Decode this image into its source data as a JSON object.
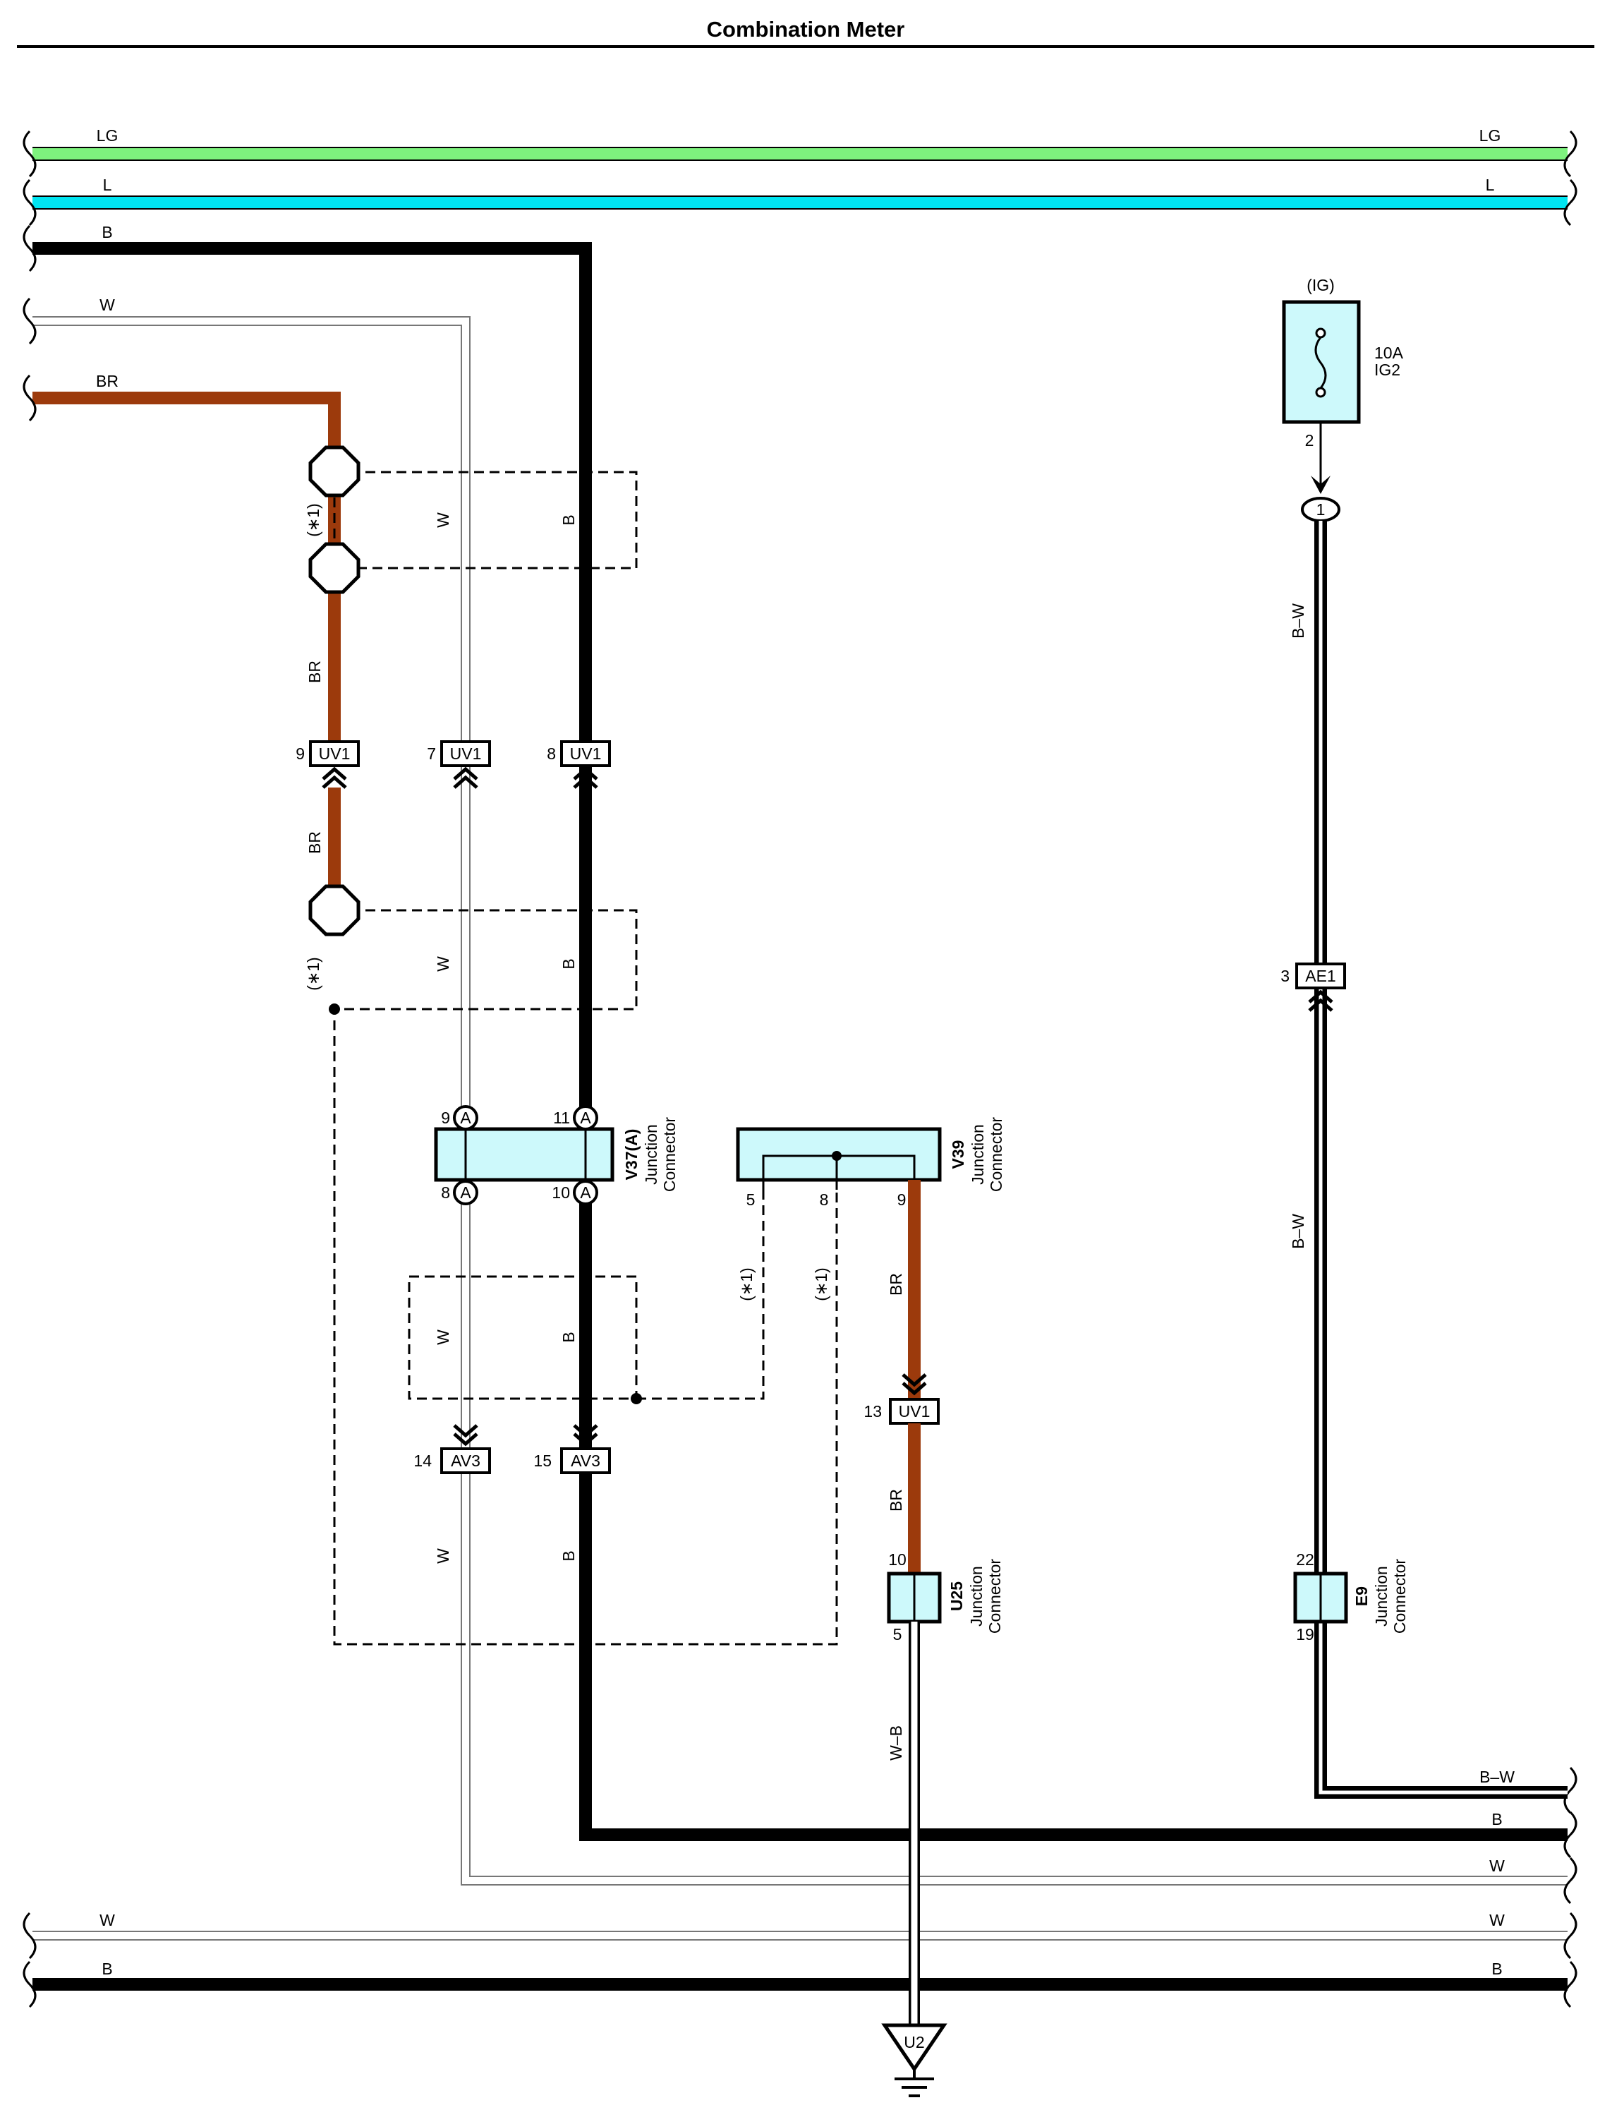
{
  "title": "Combination Meter",
  "wires": {
    "lg_left": "LG",
    "lg_right": "LG",
    "l_left": "L",
    "l_right": "L",
    "b_top": "B",
    "w_top": "W",
    "br_top": "BR",
    "w_v1": "W",
    "b_v1": "B",
    "br_v1": "BR",
    "br_v2": "BR",
    "w_v2": "W",
    "b_v2": "B",
    "w_v3": "W",
    "b_v3": "B",
    "w_v4": "W",
    "b_v4": "B",
    "br_v39": "BR",
    "br_u25": "BR",
    "wb_u25": "W–B",
    "bw_top": "B–W",
    "bw_mid": "B–W",
    "bw_right": "B–W",
    "b_right": "B",
    "w_right1": "W",
    "w_right2": "W",
    "b_right2": "B",
    "w_bottom_left": "W",
    "b_bottom_left": "B"
  },
  "notes": {
    "n1": "(∗1)",
    "n2": "(∗1)",
    "n3": "(∗1)",
    "n4": "(∗1)"
  },
  "fuse": {
    "group": "(IG)",
    "rating": "10A",
    "name": "IG2",
    "pin": "2",
    "junction": "1"
  },
  "connectors": {
    "uv1_9": {
      "pin": "9",
      "label": "UV1"
    },
    "uv1_7": {
      "pin": "7",
      "label": "UV1"
    },
    "uv1_8": {
      "pin": "8",
      "label": "UV1"
    },
    "uv1_13": {
      "pin": "13",
      "label": "UV1"
    },
    "av3_14": {
      "pin": "14",
      "label": "AV3"
    },
    "av3_15": {
      "pin": "15",
      "label": "AV3"
    },
    "ae1_3": {
      "pin": "3",
      "label": "AE1"
    }
  },
  "v37": {
    "name": "V37(A)",
    "desc1": "Junction",
    "desc2": "Connector",
    "p9": "9",
    "p11": "11",
    "p8": "8",
    "p10": "10",
    "tag": "A"
  },
  "v39": {
    "name": "V39",
    "desc1": "Junction",
    "desc2": "Connector",
    "p5": "5",
    "p8": "8",
    "p9": "9"
  },
  "u25": {
    "name": "U25",
    "desc1": "Junction",
    "desc2": "Connector",
    "p10": "10",
    "p5": "5"
  },
  "e9": {
    "name": "E9",
    "desc1": "Junction",
    "desc2": "Connector",
    "p22": "22",
    "p19": "19"
  },
  "ground": {
    "label": "U2"
  },
  "colors": {
    "LG": "#7ef27e",
    "L": "#00e5f2",
    "B": "#000000",
    "W": "#ffffff",
    "BR": "#9c3a0c",
    "connector_fill": "#cdf9fb"
  }
}
